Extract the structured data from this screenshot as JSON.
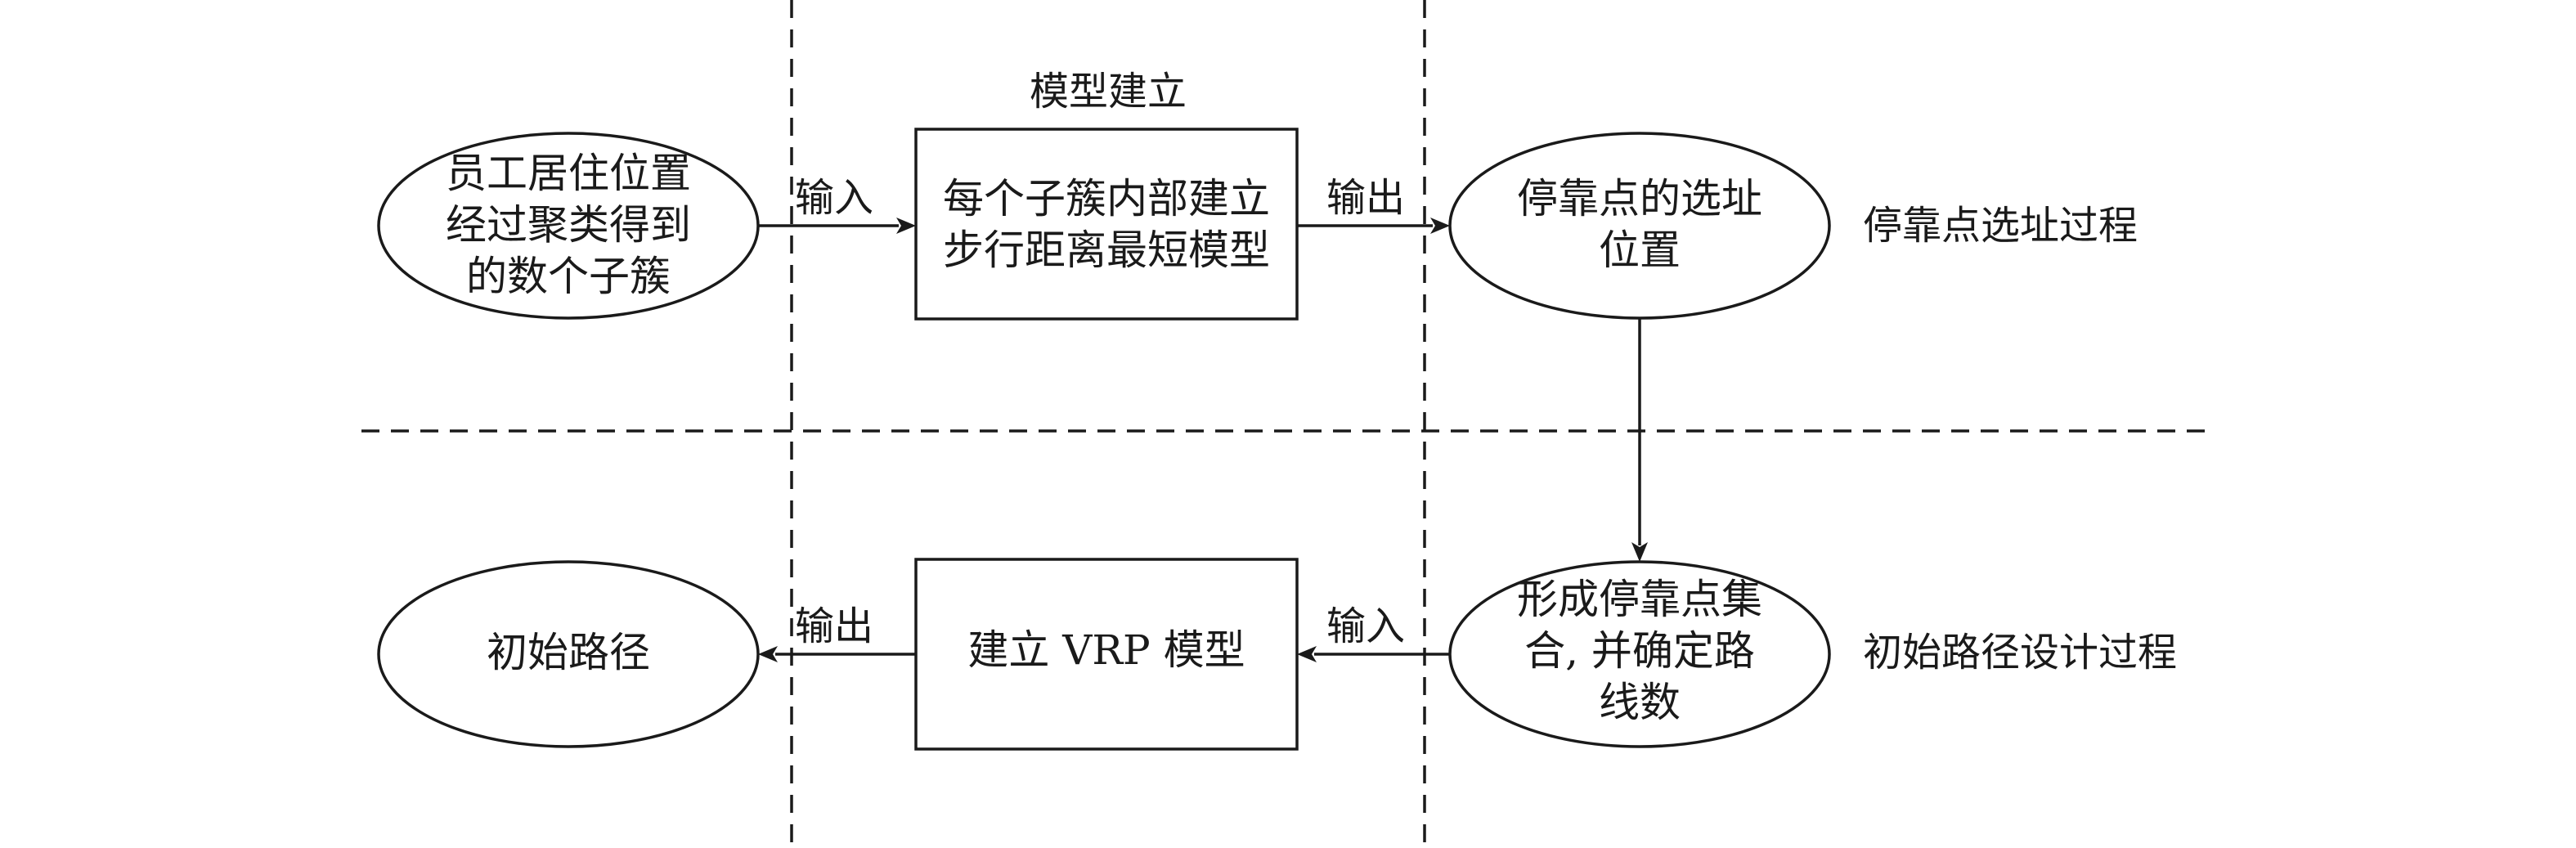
{
  "sections": {
    "model_building": "模型建立",
    "stop_selection_process": "停靠点选址过程",
    "initial_route_process": "初始路径设计过程"
  },
  "nodes": {
    "employee_clusters": [
      "员工居住位置",
      "经过聚类得到",
      "的数个子簇"
    ],
    "walking_model": [
      "每个子簇内部建立",
      "步行距离最短模型"
    ],
    "stop_locations": [
      "停靠点的选址",
      "位置"
    ],
    "stop_set": [
      "形成停靠点集",
      "合, 并确定路",
      "线数"
    ],
    "vrp_model": [
      "建立 VRP 模型"
    ],
    "initial_route": [
      "初始路径"
    ]
  },
  "edges": {
    "input_top": "输入",
    "output_top": "输出",
    "input_bottom": "输入",
    "output_bottom": "输出"
  }
}
